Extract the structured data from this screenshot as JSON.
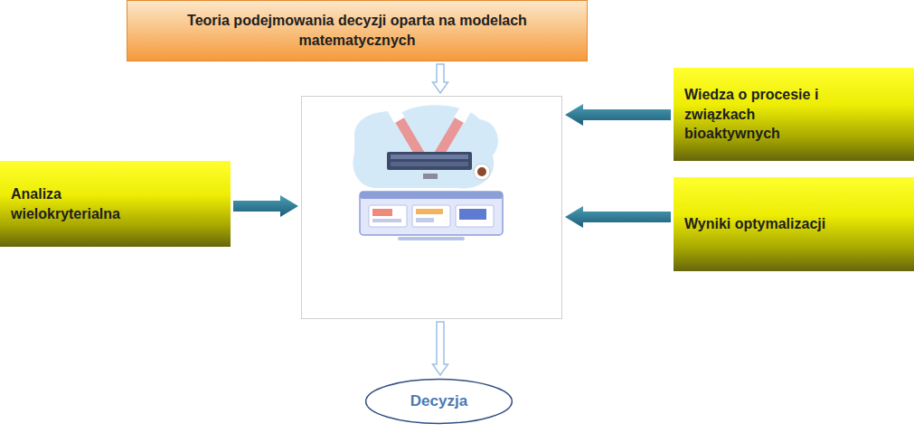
{
  "diagram": {
    "nodes": [
      {
        "text": [
          "Teoria podejmowania decyzji oparta na modelach matematycznych"
        ]
      },
      {
        "text": [
          "Analiza wielokryterialna"
        ]
      },
      {
        "text": []
      },
      {
        "text": [
          "Wiedza o procesie i związkach bioaktywnych"
        ]
      },
      {
        "text": [
          "Wyniki optymalizacji"
        ]
      },
      {
        "text": [
          "Decyzja"
        ]
      }
    ],
    "edges": [
      {
        "from": 0,
        "to": 2,
        "arrow": "to"
      },
      {
        "from": 1,
        "to": 2,
        "arrow": "to"
      },
      {
        "from": 3,
        "to": 2,
        "arrow": "to"
      },
      {
        "from": 4,
        "to": 2,
        "arrow": "to"
      },
      {
        "from": 2,
        "to": 5,
        "arrow": "to"
      }
    ]
  }
}
